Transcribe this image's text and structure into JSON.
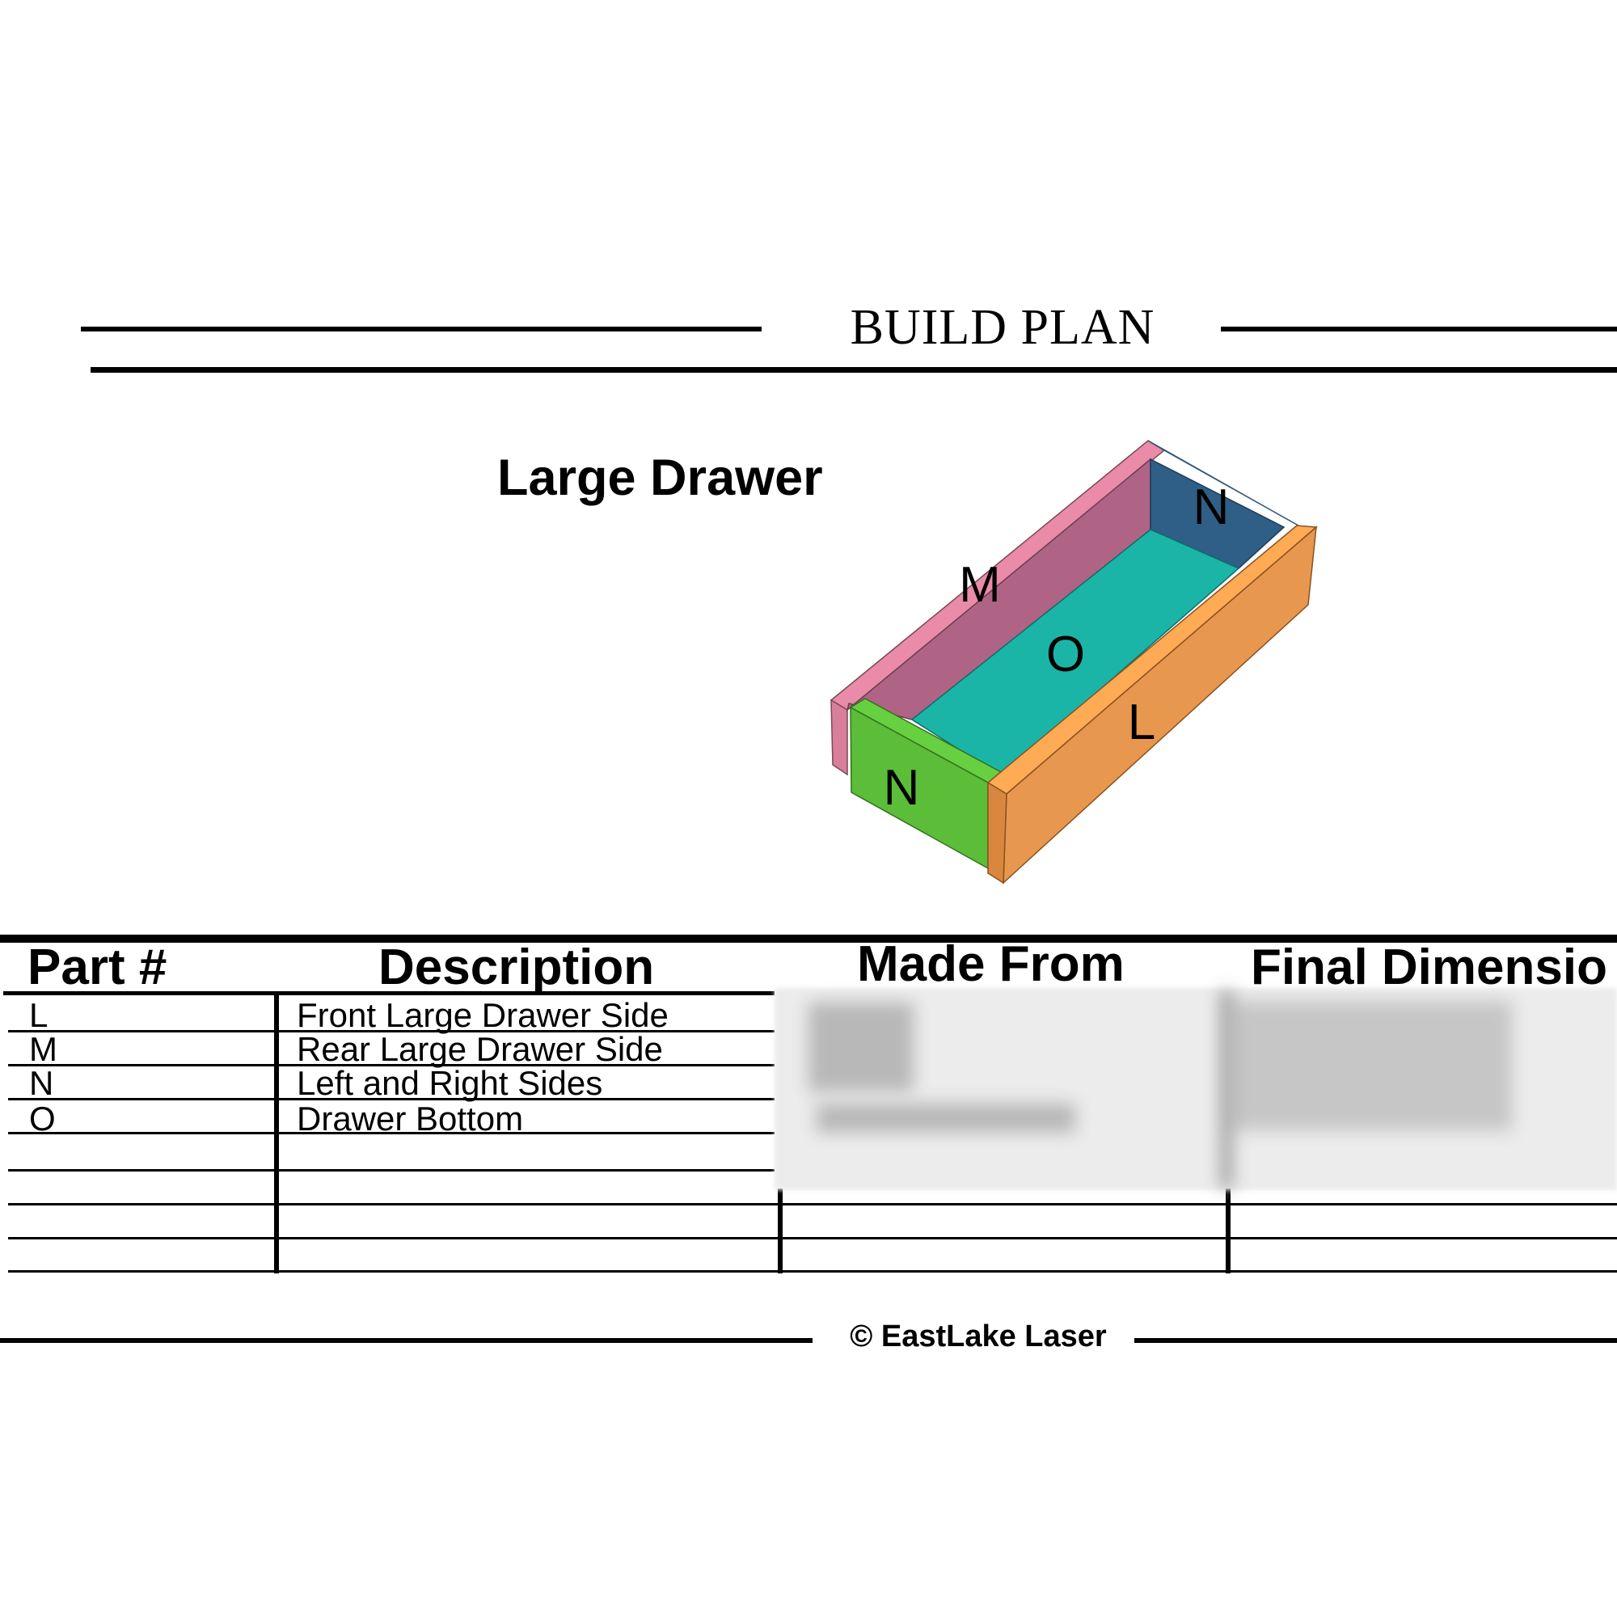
{
  "document": {
    "title": "BUILD PLAN",
    "subtitle": "Large Drawer",
    "footer": "© EastLake Laser"
  },
  "diagram": {
    "labels": {
      "front": "L",
      "rear": "M",
      "side_far": "N",
      "side_near": "N",
      "bottom": "O"
    },
    "colors": {
      "front": "#E8974F",
      "rear": "#E98BA9",
      "sides": "#5BBD38",
      "side_far": "#4A8FCC",
      "bottom": "#1BB5A8"
    }
  },
  "table": {
    "headers": [
      "Part #",
      "Description",
      "Made From",
      "Final Dimensio"
    ],
    "rows": [
      {
        "part": "L",
        "description": "Front Large Drawer Side"
      },
      {
        "part": "M",
        "description": "Rear Large Drawer Side"
      },
      {
        "part": "N",
        "description": "Left and Right Sides"
      },
      {
        "part": "O",
        "description": "Drawer Bottom"
      }
    ]
  }
}
